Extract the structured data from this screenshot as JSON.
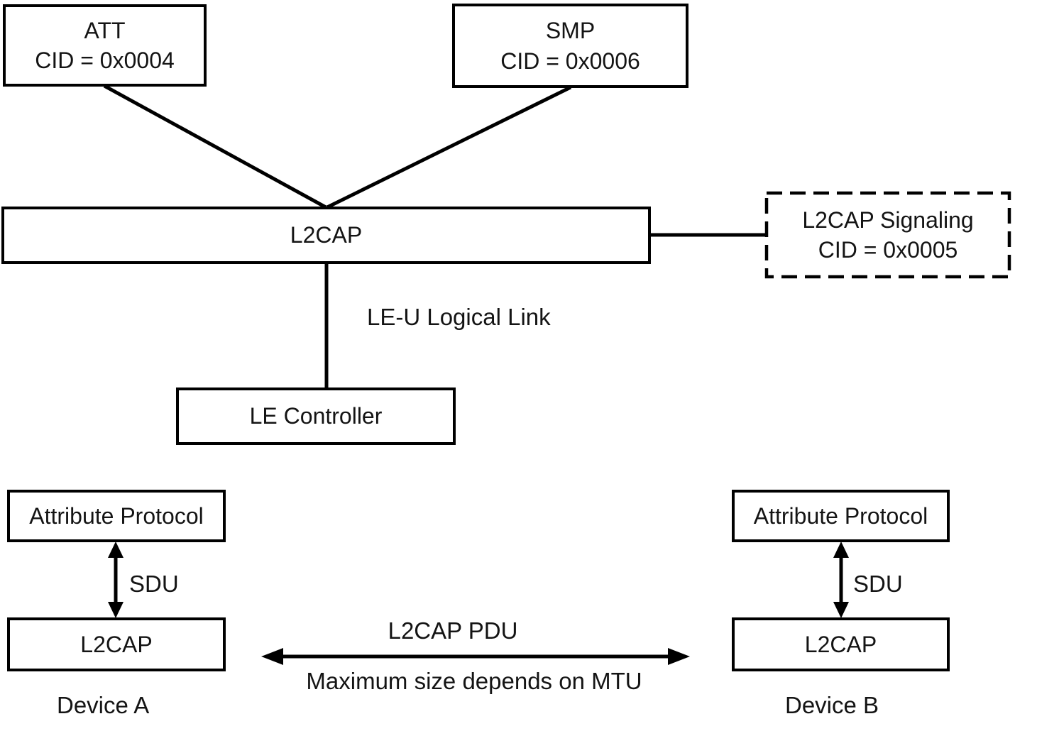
{
  "colors": {
    "background": "#ffffff",
    "line": "#000000",
    "text": "#141414"
  },
  "upper": {
    "att": {
      "title": "ATT",
      "cid": "CID = 0x0004"
    },
    "smp": {
      "title": "SMP",
      "cid": "CID = 0x0006"
    },
    "l2cap": {
      "label": "L2CAP"
    },
    "signaling": {
      "title": "L2CAP Signaling",
      "cid": "CID = 0x0005"
    },
    "link_label": "LE-U Logical Link",
    "controller": {
      "label": "LE Controller"
    }
  },
  "lower": {
    "device_a": {
      "upper_box": "Attribute Protocol",
      "arrow_label": "SDU",
      "lower_box": "L2CAP",
      "caption": "Device A"
    },
    "device_b": {
      "upper_box": "Attribute Protocol",
      "arrow_label": "SDU",
      "lower_box": "L2CAP",
      "caption": "Device B"
    },
    "pdu_arrow": {
      "label": "L2CAP PDU",
      "sublabel": "Maximum size depends on MTU"
    }
  }
}
